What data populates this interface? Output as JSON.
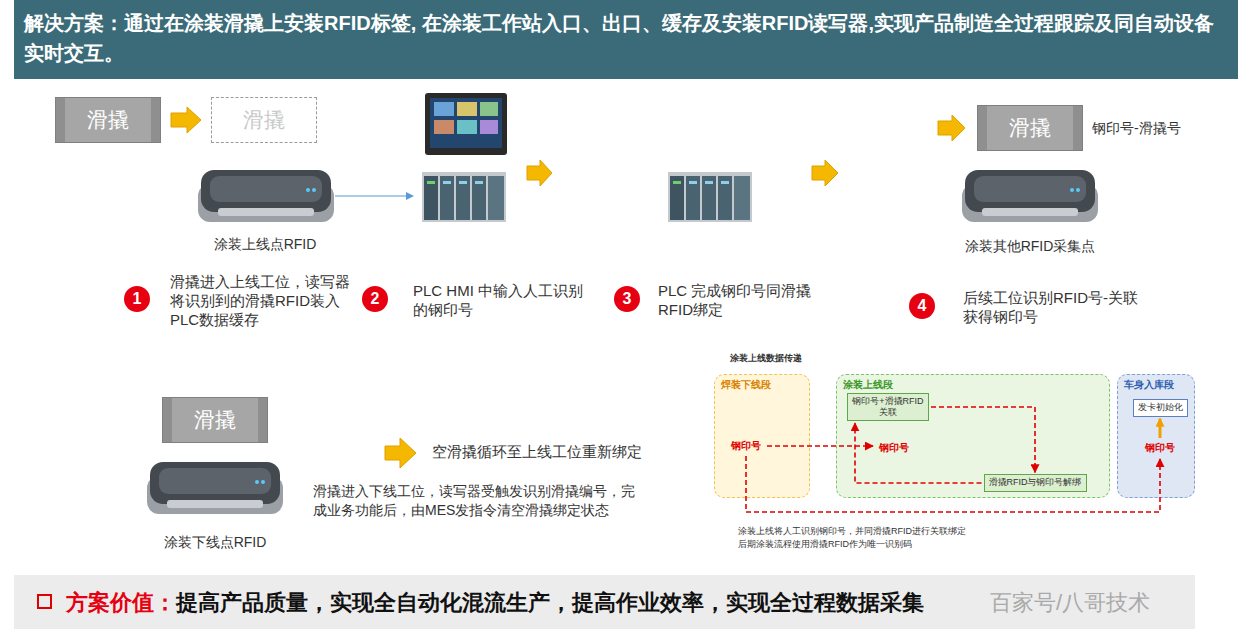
{
  "diagram": {
    "title": "解决方案：通过在涂装滑撬上安装RFID标签, 在涂装工作站入口、出口、缓存及安装RFID读写器,实现产品制造全过程跟踪及同自动设备实时交互。",
    "nodes": [
      {
        "text": [
          "滑撬"
        ]
      },
      {
        "text": [
          "滑撬"
        ]
      },
      {
        "text": [
          "滑撬"
        ]
      },
      {
        "text": [
          "滑撬"
        ]
      },
      {
        "text": [
          "焊装下线段"
        ]
      },
      {
        "text": [
          "钢印号"
        ],
        "in": 4
      },
      {
        "text": [
          "涂装上线段"
        ]
      },
      {
        "text": [
          "钢印号+滑撬RFID 关联"
        ],
        "in": 6
      },
      {
        "text": [
          "钢印号"
        ],
        "in": 6
      },
      {
        "text": [
          "滑撬RFID与钢印号解绑"
        ],
        "in": 6
      },
      {
        "text": [
          "车身入库段"
        ]
      },
      {
        "text": [
          "发卡初始化"
        ],
        "in": 10
      },
      {
        "text": [
          "钢印号"
        ],
        "in": 10
      }
    ],
    "edges": [
      {
        "from": 0,
        "to": 1,
        "arrow": "to"
      },
      {
        "from": 5,
        "to": 8,
        "arrow": "to"
      },
      {
        "from": 7,
        "to": 9,
        "arrow": "to"
      },
      {
        "from": 9,
        "to": 7,
        "arrow": "to"
      },
      {
        "from": 5,
        "to": 12,
        "arrow": "to"
      },
      {
        "from": 12,
        "to": 11,
        "arrow": "to"
      }
    ],
    "labels": [
      "钢印号-滑撬号",
      "涂装上线点RFID",
      "涂装其他RFID采集点",
      "1",
      "滑撬进入上线工位，读写器将识别到的滑撬RFID装入PLC数据缓存",
      "2",
      "PLC HMI 中输入人工识别的钢印号",
      "3",
      "PLC 完成钢印号同滑撬RFID绑定",
      "4",
      "后续工位识别RFID号-关联获得钢印号",
      "涂装下线点RFID",
      "空滑撬循环至上线工位重新绑定",
      "滑撬进入下线工位，读写器受触发识别滑撬编号，完成业务功能后，由MES发指令清空滑撬绑定状态",
      "涂装上线数据传递",
      "涂装上线将人工识别钢印号，并同滑撬RFID进行关联绑定",
      "后期涂装流程使用滑撬RFID作为唯一识别码",
      "方案价值：",
      "提高产品质量，实现全自动化混流生产，提高作业效率，实现全过程数据采集",
      "百家号/八哥技术"
    ]
  }
}
